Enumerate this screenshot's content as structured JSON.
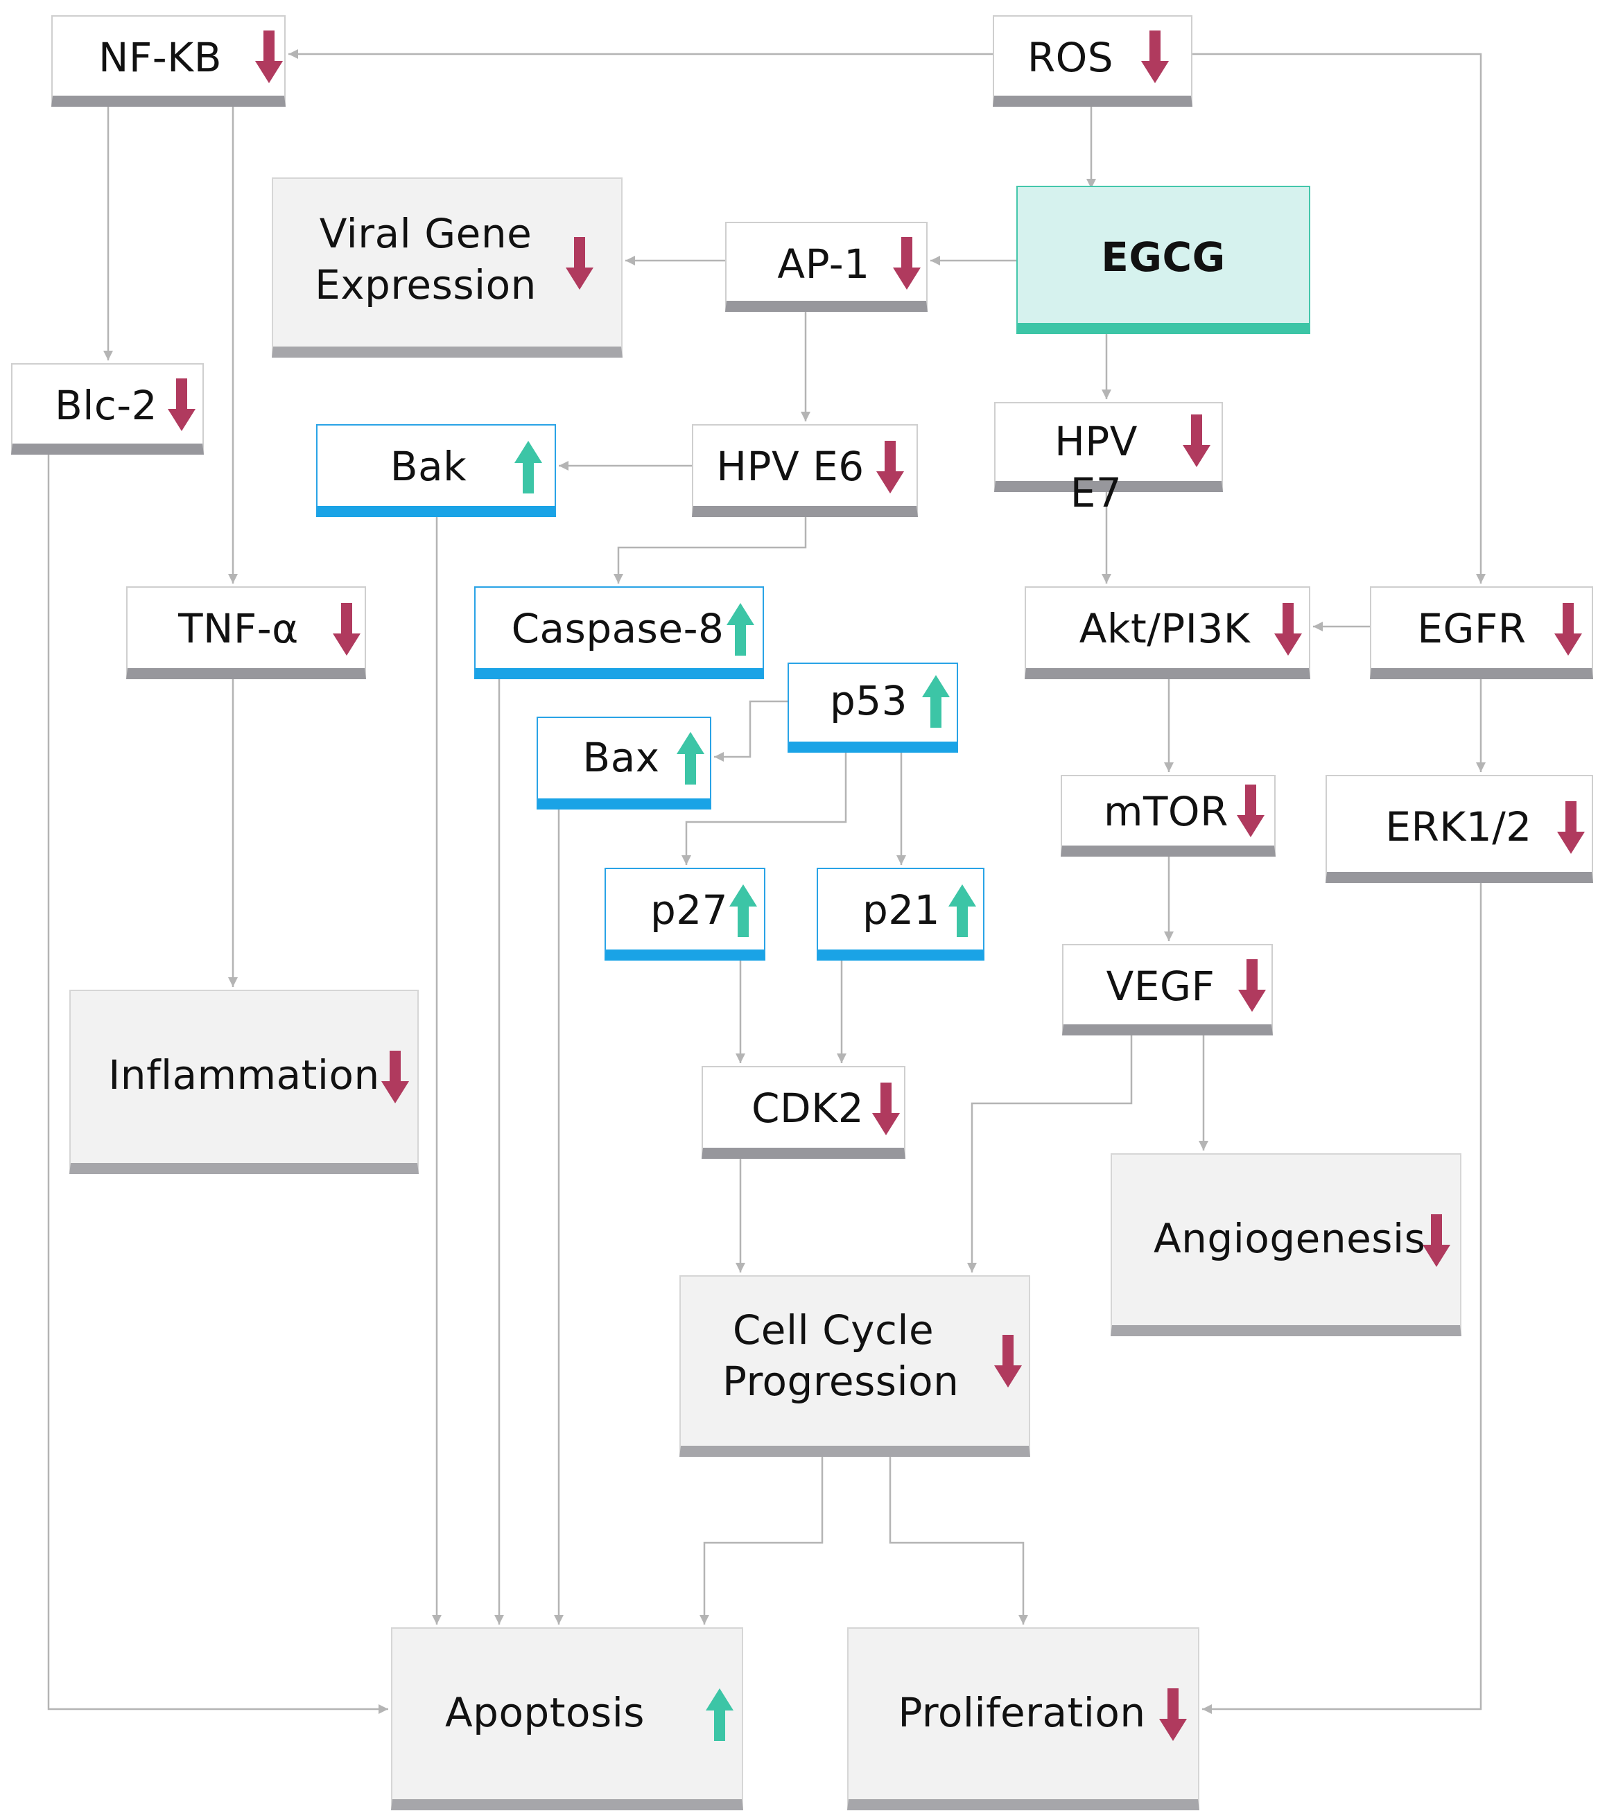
{
  "colors": {
    "up_arrow": "#3cc5a6",
    "down_arrow": "#b03a5e",
    "edge": "#b4b4b4",
    "egcg_fill": "#d6f2ee",
    "egcg_accent": "#3cc5a6",
    "up_accent": "#1aa3e6",
    "default_accent": "#97979c"
  },
  "nodes": {
    "nfkb": {
      "label": "NF-KB",
      "effect": "down"
    },
    "ros": {
      "label": "ROS",
      "effect": "down"
    },
    "viral_gene": {
      "label": "Viral Gene\nExpression",
      "effect": "down"
    },
    "ap1": {
      "label": "AP-1",
      "effect": "down"
    },
    "egcg": {
      "label": "EGCG",
      "effect": "none"
    },
    "blc2": {
      "label": "Blc-2",
      "effect": "down"
    },
    "bak": {
      "label": "Bak",
      "effect": "up"
    },
    "hpv_e6": {
      "label": "HPV E6",
      "effect": "down"
    },
    "hpv_e7": {
      "label": "HPV E7",
      "effect": "down"
    },
    "tnf": {
      "label": "TNF-α",
      "effect": "down"
    },
    "caspase8": {
      "label": "Caspase-8",
      "effect": "up"
    },
    "akt": {
      "label": "Akt/PI3K",
      "effect": "down"
    },
    "egfr": {
      "label": "EGFR",
      "effect": "down"
    },
    "p53": {
      "label": "p53",
      "effect": "up"
    },
    "bax": {
      "label": "Bax",
      "effect": "up"
    },
    "mtor": {
      "label": "mTOR",
      "effect": "down"
    },
    "erk": {
      "label": "ERK1/2",
      "effect": "down"
    },
    "p27": {
      "label": "p27",
      "effect": "up"
    },
    "p21": {
      "label": "p21",
      "effect": "up"
    },
    "vegf": {
      "label": "VEGF",
      "effect": "down"
    },
    "inflammation": {
      "label": "Inflammation",
      "effect": "down"
    },
    "cdk2": {
      "label": "CDK2",
      "effect": "down"
    },
    "angiogenesis": {
      "label": "Angiogenesis",
      "effect": "down"
    },
    "cell_cycle": {
      "label": "Cell Cycle\nProgression",
      "effect": "down"
    },
    "apoptosis": {
      "label": "Apoptosis",
      "effect": "up"
    },
    "proliferation": {
      "label": "Proliferation",
      "effect": "down"
    }
  },
  "edges": [
    {
      "from": "ros",
      "to": "nfkb"
    },
    {
      "from": "ros",
      "to": "egfr"
    },
    {
      "from": "ros",
      "to": "egcg"
    },
    {
      "from": "egcg",
      "to": "ap1"
    },
    {
      "from": "egcg",
      "to": "hpv_e7"
    },
    {
      "from": "ap1",
      "to": "viral_gene"
    },
    {
      "from": "ap1",
      "to": "hpv_e6"
    },
    {
      "from": "nfkb",
      "to": "blc2"
    },
    {
      "from": "nfkb",
      "to": "tnf"
    },
    {
      "from": "hpv_e6",
      "to": "bak"
    },
    {
      "from": "hpv_e6",
      "to": "caspase8"
    },
    {
      "from": "hpv_e7",
      "to": "akt"
    },
    {
      "from": "egfr",
      "to": "akt"
    },
    {
      "from": "egfr",
      "to": "erk"
    },
    {
      "from": "p53",
      "to": "bax"
    },
    {
      "from": "p53",
      "to": "p27"
    },
    {
      "from": "p53",
      "to": "p21"
    },
    {
      "from": "akt",
      "to": "mtor"
    },
    {
      "from": "mtor",
      "to": "vegf"
    },
    {
      "from": "tnf",
      "to": "inflammation"
    },
    {
      "from": "p27",
      "to": "cdk2"
    },
    {
      "from": "p21",
      "to": "cdk2"
    },
    {
      "from": "vegf",
      "to": "angiogenesis"
    },
    {
      "from": "vegf",
      "to": "cell_cycle"
    },
    {
      "from": "cdk2",
      "to": "cell_cycle"
    },
    {
      "from": "cell_cycle",
      "to": "apoptosis"
    },
    {
      "from": "cell_cycle",
      "to": "proliferation"
    },
    {
      "from": "blc2",
      "to": "apoptosis"
    },
    {
      "from": "bak",
      "to": "apoptosis"
    },
    {
      "from": "caspase8",
      "to": "apoptosis"
    },
    {
      "from": "bax",
      "to": "apoptosis"
    },
    {
      "from": "erk",
      "to": "proliferation"
    }
  ]
}
